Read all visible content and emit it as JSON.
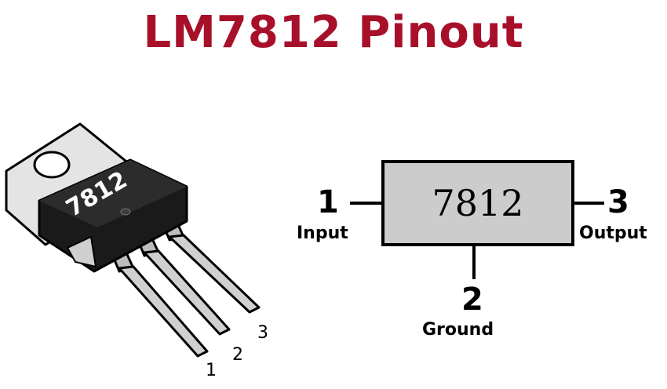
{
  "title": "LM7812 Pinout",
  "package": {
    "body_marking": "7812",
    "lead_numbers": [
      "1",
      "2",
      "3"
    ]
  },
  "schematic": {
    "chip_label": "7812",
    "pins": [
      {
        "number": "1",
        "name": "Input"
      },
      {
        "number": "2",
        "name": "Ground"
      },
      {
        "number": "3",
        "name": "Output"
      }
    ]
  },
  "colors": {
    "title": "#a8102a",
    "chip_fill": "#cccccc",
    "tab_fill": "#e4e4e4",
    "body_fill": "#1a1a1a"
  }
}
